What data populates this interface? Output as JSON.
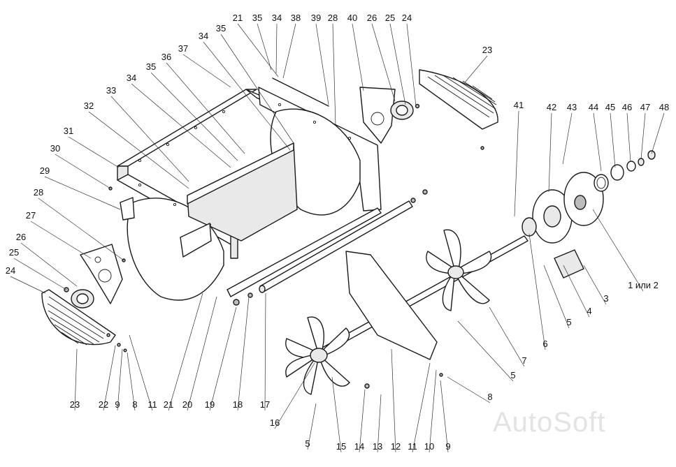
{
  "callouts": [
    "21",
    "35",
    "34",
    "38",
    "39",
    "28",
    "40",
    "26",
    "25",
    "24",
    "23",
    "35",
    "34",
    "37",
    "36",
    "35",
    "34",
    "33",
    "32",
    "31",
    "30",
    "29",
    "28",
    "27",
    "26",
    "25",
    "24",
    "41",
    "42",
    "43",
    "44",
    "45",
    "46",
    "47",
    "48",
    "1 или 2",
    "3",
    "4",
    "5",
    "6",
    "7",
    "5",
    "8",
    "9",
    "10",
    "11",
    "12",
    "13",
    "14",
    "15",
    "16",
    "5",
    "17",
    "18",
    "19",
    "20",
    "21",
    "11",
    "8",
    "9",
    "22",
    "23"
  ],
  "watermark": "AutoSoft",
  "colors": {
    "ink": "#1a1a1a",
    "paper": "#ffffff",
    "watermark": "#e3e3e3"
  }
}
